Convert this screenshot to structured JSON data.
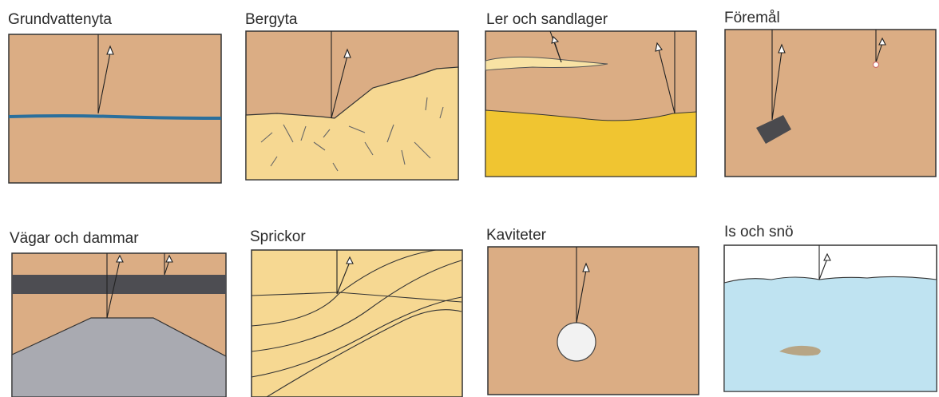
{
  "panels": [
    {
      "id": "grundvattenyta",
      "title": "Grundvattenyta"
    },
    {
      "id": "bergyta",
      "title": "Bergyta"
    },
    {
      "id": "ler-sand",
      "title": "Ler och sandlager"
    },
    {
      "id": "foremal",
      "title": "Föremål"
    },
    {
      "id": "vagar",
      "title": "Vägar och dammar"
    },
    {
      "id": "sprickor",
      "title": "Sprickor"
    },
    {
      "id": "kaviteter",
      "title": "Kaviteter"
    },
    {
      "id": "is-sno",
      "title": "Is och snö"
    }
  ],
  "colors": {
    "soil": "#dbad84",
    "rock": "#f6d892",
    "sand": "#f0c531",
    "clay_lens": "#f8e2a4",
    "water_line": "#2a6f9c",
    "road": "#4d4d52",
    "embankment": "#a9aab1",
    "ice": "#bfe3f1",
    "snow_air": "#ffffff",
    "object": "#4a4a4e",
    "cavity": "#f2f2f2",
    "outline": "#333333"
  },
  "icons": [
    "radar-antenna-icon",
    "radar-signal-path"
  ]
}
